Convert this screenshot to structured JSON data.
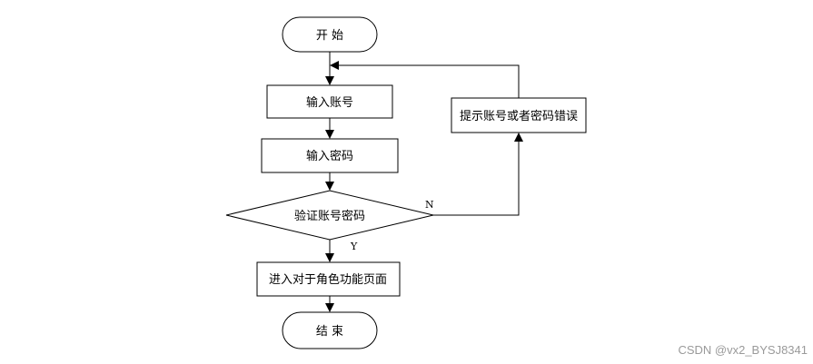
{
  "diagram": {
    "nodes": {
      "start": "开 始",
      "input_account": "输入账号",
      "input_password": "输入密码",
      "verify": "验证账号密码",
      "error": "提示账号或者密码错误",
      "enter": "进入对于角色功能页面",
      "end": "结 束"
    },
    "edge_labels": {
      "no": "N",
      "yes": "Y"
    }
  },
  "watermark": "CSDN @vx2_BYSJ8341"
}
